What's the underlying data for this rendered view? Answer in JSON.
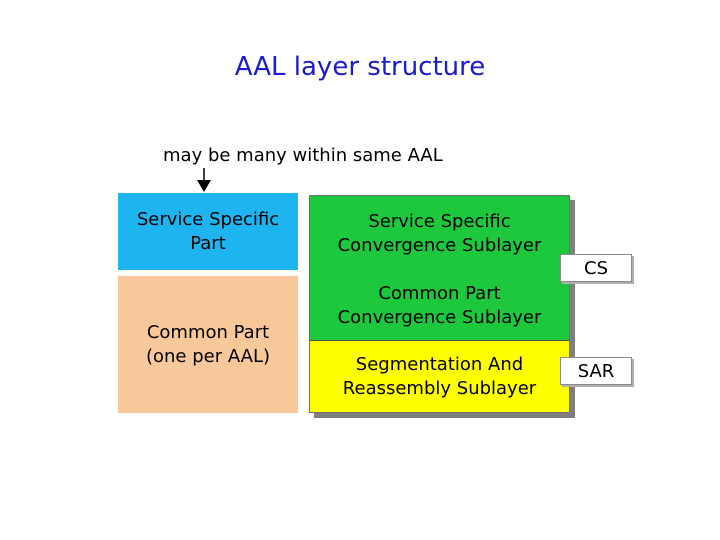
{
  "title": "AAL layer structure",
  "note": "may be many within same AAL",
  "left_boxes": {
    "top": {
      "line1": "Service Specific",
      "line2": "Part"
    },
    "bottom": {
      "line1": "Common Part",
      "line2": "(one per AAL)"
    }
  },
  "stack": {
    "sscs": {
      "line1": "Service Specific",
      "line2": "Convergence Sublayer"
    },
    "cpcs": {
      "line1": "Common Part",
      "line2": "Convergence Sublayer"
    },
    "sar": {
      "line1": "Segmentation And",
      "line2": "Reassembly Sublayer"
    }
  },
  "tags": {
    "cs": "CS",
    "sar": "SAR"
  },
  "colors": {
    "title": "#1a1ad0",
    "service_specific_part": "#1eb4f0",
    "common_part": "#f8c89a",
    "convergence_green": "#1ec83c",
    "sar_yellow": "#ffff00"
  },
  "icons": {
    "note_pointer": "down-arrow-icon"
  }
}
